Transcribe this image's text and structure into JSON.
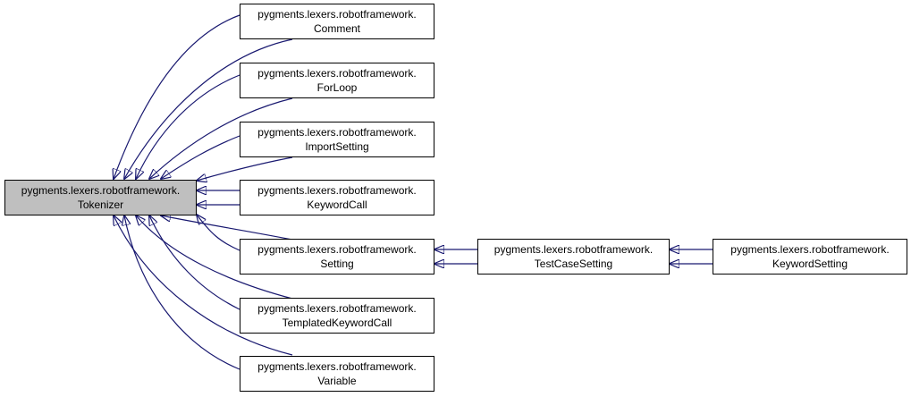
{
  "colors": {
    "edge": "#191970",
    "node_fill": "#ffffff",
    "base_fill": "#bfbfbf",
    "border": "#000000"
  },
  "nodes": {
    "tokenizer": {
      "line1": "pygments.lexers.robotframework.",
      "line2": "Tokenizer"
    },
    "comment": {
      "line1": "pygments.lexers.robotframework.",
      "line2": "Comment"
    },
    "forloop": {
      "line1": "pygments.lexers.robotframework.",
      "line2": "ForLoop"
    },
    "importsetting": {
      "line1": "pygments.lexers.robotframework.",
      "line2": "ImportSetting"
    },
    "keywordcall": {
      "line1": "pygments.lexers.robotframework.",
      "line2": "KeywordCall"
    },
    "setting": {
      "line1": "pygments.lexers.robotframework.",
      "line2": "Setting"
    },
    "templatedkeywordcall": {
      "line1": "pygments.lexers.robotframework.",
      "line2": "TemplatedKeywordCall"
    },
    "variable": {
      "line1": "pygments.lexers.robotframework.",
      "line2": "Variable"
    },
    "testcasesetting": {
      "line1": "pygments.lexers.robotframework.",
      "line2": "TestCaseSetting"
    },
    "keywordsetting": {
      "line1": "pygments.lexers.robotframework.",
      "line2": "KeywordSetting"
    }
  },
  "edges": [
    {
      "from": "comment",
      "to": "tokenizer"
    },
    {
      "from": "forloop",
      "to": "tokenizer"
    },
    {
      "from": "importsetting",
      "to": "tokenizer"
    },
    {
      "from": "keywordcall",
      "to": "tokenizer"
    },
    {
      "from": "setting",
      "to": "tokenizer"
    },
    {
      "from": "templatedkeywordcall",
      "to": "tokenizer"
    },
    {
      "from": "variable",
      "to": "tokenizer"
    },
    {
      "from": "testcasesetting",
      "to": "setting"
    },
    {
      "from": "keywordsetting",
      "to": "testcasesetting"
    }
  ]
}
